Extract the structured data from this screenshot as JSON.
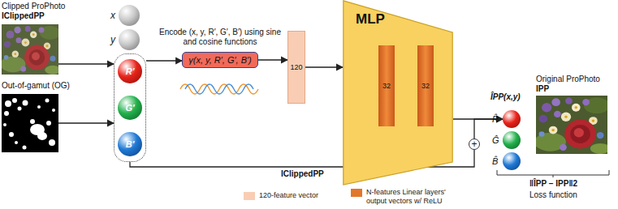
{
  "diagram": {
    "nodes": [
      {
        "text": [
          "Clipped ProPhoto",
          "IClippedPP"
        ]
      },
      {
        "text": [
          "Out-of-gamut (OG)"
        ]
      },
      {
        "text": [
          "x"
        ]
      },
      {
        "text": [
          "y"
        ]
      },
      {
        "text": []
      },
      {
        "text": [
          "R′"
        ],
        "in": 4
      },
      {
        "text": [
          "G′"
        ],
        "in": 4
      },
      {
        "text": [
          "B′"
        ],
        "in": 4
      },
      {
        "text": [
          "Encode (x, y, R′, G′, B′) using sine and cosine functions",
          "γ(x, y, R′, G′, B′)"
        ]
      },
      {
        "text": [
          "120"
        ]
      },
      {
        "text": [
          "MLP"
        ]
      },
      {
        "text": [
          "32"
        ],
        "in": 10
      },
      {
        "text": [
          "32"
        ],
        "in": 10
      },
      {
        "text": [
          "R̂"
        ]
      },
      {
        "text": [
          "Ĝ"
        ]
      },
      {
        "text": [
          "B̂"
        ]
      },
      {
        "text": [
          "+"
        ]
      },
      {
        "text": [
          "Original ProPhoto",
          "IPP"
        ]
      }
    ],
    "edges": [
      {
        "from": 0,
        "to": 4,
        "arrow": "to"
      },
      {
        "from": 1,
        "to": 4,
        "arrow": "to"
      },
      {
        "from": 4,
        "to": 8,
        "arrow": "to"
      },
      {
        "from": 8,
        "to": 9,
        "arrow": "to"
      },
      {
        "from": 9,
        "to": 10,
        "arrow": "to"
      },
      {
        "from": 10,
        "to": 13,
        "arrow": "to"
      },
      {
        "from": 4,
        "to": 16,
        "arrow": "none",
        "label": "IClippedPP"
      },
      {
        "from": 16,
        "to": 13,
        "arrow": "to"
      }
    ],
    "labels": [
      "ÎPP(x,y)",
      "‖ÎPP − IPP‖2",
      "Loss function"
    ],
    "legend": [
      {
        "text": "120-feature vector",
        "color": "#f8cdb4"
      },
      {
        "text": "N-features Linear layers' output vectors w/ ReLU",
        "color": "#e2762b"
      }
    ]
  }
}
